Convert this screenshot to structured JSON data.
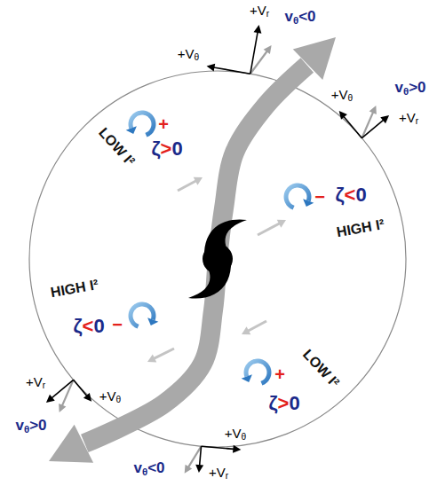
{
  "diagram": {
    "nodes": [
      {
        "text": [
          "LOW I²",
          "ζ>0"
        ]
      },
      {
        "text": [
          "HIGH I²",
          "ζ<0"
        ]
      },
      {
        "text": [
          "HIGH I²",
          "ζ<0"
        ]
      },
      {
        "text": [
          "LOW I²",
          "ζ>0"
        ]
      }
    ],
    "labels": [
      "+Vr",
      "vθ<0",
      "+Vθ",
      "+Vθ",
      "vθ>0",
      "+Vr",
      "+",
      "−",
      "−",
      "+",
      "+Vr",
      "vθ>0",
      "+Vθ",
      "+Vθ",
      "vθ<0",
      "+Vr"
    ]
  }
}
